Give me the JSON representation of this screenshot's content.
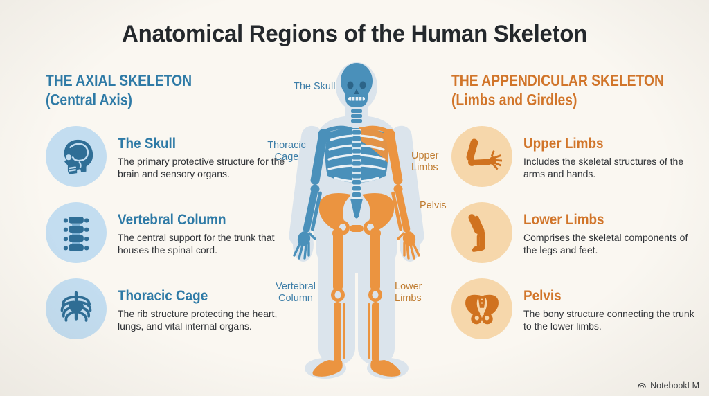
{
  "title": "Anatomical Regions of the Human Skeleton",
  "colors": {
    "background": "#faf7f1",
    "title_text": "#24282c",
    "axial_blue": "#2e7aa6",
    "appendicular_orange": "#d1752a",
    "bone_blue": "#4a90ba",
    "bone_blue_dark": "#2c6488",
    "bone_orange": "#eb9440",
    "icon_bg_blue": "#c3ddf0",
    "icon_art_blue": "#2f6e96",
    "icon_bg_orange": "#f6d7ab",
    "icon_art_orange": "#d0721f",
    "silhouette": "#dbe4ec",
    "body_text": "#2f3236",
    "label_blue": "#3d7ea8",
    "label_orange": "#bf7c31",
    "footer_text": "#3a3d40"
  },
  "axial": {
    "heading_line1": "THE AXIAL SKELETON",
    "heading_line2": "(Central Axis)",
    "items": [
      {
        "name": "The Skull",
        "description": "The primary protective structure for the brain and sensory organs.",
        "icon": "skull-icon"
      },
      {
        "name": "Vertebral Column",
        "description": "The central support for the trunk that houses the spinal cord.",
        "icon": "vertebrae-icon"
      },
      {
        "name": "Thoracic Cage",
        "description": "The rib structure protecting the heart, lungs, and vital internal organs.",
        "icon": "ribcage-icon"
      }
    ]
  },
  "appendicular": {
    "heading_line1": "THE APPENDICULAR SKELETON",
    "heading_line2": "(Limbs and Girdles)",
    "items": [
      {
        "name": "Upper Limbs",
        "description": "Includes the skeletal structures of the arms and hands.",
        "icon": "arm-icon"
      },
      {
        "name": "Lower Limbs",
        "description": "Comprises the skeletal components of the legs and feet.",
        "icon": "leg-icon"
      },
      {
        "name": "Pelvis",
        "description": "The bony structure connecting the trunk to the lower limbs.",
        "icon": "pelvis-icon"
      }
    ]
  },
  "figure_labels": {
    "skull": "The Skull",
    "thoracic": "Thoracic Cage",
    "upper_limbs": "Upper Limbs",
    "pelvis": "Pelvis",
    "vertebral": "Vertebral Column",
    "lower_limbs": "Lower Limbs"
  },
  "footer": {
    "brand": "NotebookLM"
  }
}
